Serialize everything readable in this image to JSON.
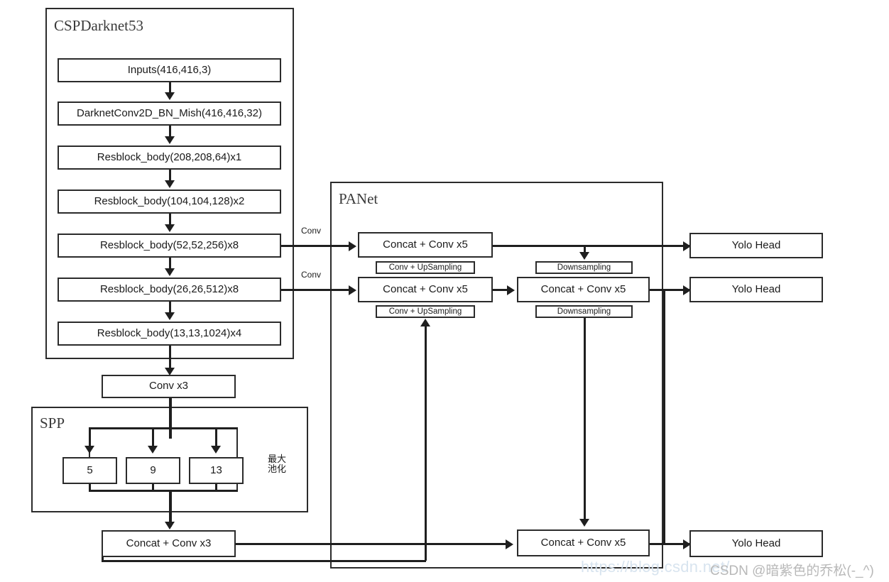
{
  "diagram": {
    "title": "YOLOv4 network architecture",
    "groups": [
      {
        "id": "backbone",
        "label": "CSPDarknet53"
      },
      {
        "id": "spp",
        "label": "SPP"
      },
      {
        "id": "panet",
        "label": "PANet"
      }
    ],
    "backbone_nodes": [
      {
        "id": "inputs",
        "label": "Inputs(416,416,3)"
      },
      {
        "id": "stem",
        "label": "DarknetConv2D_BN_Mish(416,416,32)"
      },
      {
        "id": "res1",
        "label": "Resblock_body(208,208,64)x1"
      },
      {
        "id": "res2",
        "label": "Resblock_body(104,104,128)x2"
      },
      {
        "id": "res3",
        "label": "Resblock_body(52,52,256)x8"
      },
      {
        "id": "res4",
        "label": "Resblock_body(26,26,512)x8"
      },
      {
        "id": "res5",
        "label": "Resblock_body(13,13,1024)x4"
      }
    ],
    "neck_nodes": [
      {
        "id": "conv_x3",
        "label": "Conv x3"
      },
      {
        "id": "concat_conv_x3",
        "label": "Concat + Conv x3"
      }
    ],
    "spp_pools": [
      {
        "id": "pool5",
        "label": "5"
      },
      {
        "id": "pool9",
        "label": "9"
      },
      {
        "id": "pool13",
        "label": "13"
      }
    ],
    "spp_note": "最大\n池化",
    "panet_nodes": [
      {
        "id": "concat_c1_top",
        "label": "Concat + Conv x5"
      },
      {
        "id": "concat_c1_mid",
        "label": "Concat + Conv x5"
      },
      {
        "id": "concat_c2_mid",
        "label": "Concat + Conv x5"
      },
      {
        "id": "concat_c2_bot",
        "label": "Concat + Conv x5"
      }
    ],
    "panet_ops": [
      {
        "id": "up1",
        "label": "Conv + UpSampling"
      },
      {
        "id": "up2",
        "label": "Conv + UpSampling"
      },
      {
        "id": "down1",
        "label": "Downsampling"
      },
      {
        "id": "down2",
        "label": "Downsampling"
      }
    ],
    "heads": [
      {
        "id": "head1",
        "label": "Yolo Head"
      },
      {
        "id": "head2",
        "label": "Yolo Head"
      },
      {
        "id": "head3",
        "label": "Yolo Head"
      }
    ],
    "edge_labels": [
      {
        "id": "conv_label_1",
        "label": "Conv"
      },
      {
        "id": "conv_label_2",
        "label": "Conv"
      }
    ],
    "watermark": {
      "url": "https://blog.csdn.net/",
      "user": "CSDN @暗紫色的乔松(-_^)"
    },
    "colors": {
      "stroke": "#2b2b2b",
      "line": "#1f1f1f",
      "background": "#ffffff",
      "watermark_url": "#d8e4ef",
      "watermark_user": "#b8b8b8"
    }
  }
}
